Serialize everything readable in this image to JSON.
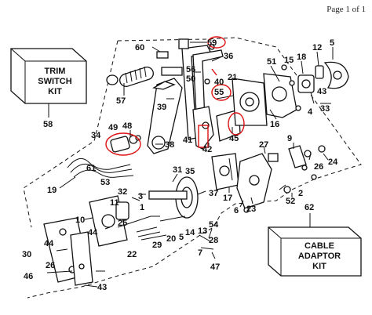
{
  "page_label": "Page 1 of 1",
  "kits": {
    "trim_switch": {
      "lines": [
        "TRIM",
        "SWITCH",
        "KIT"
      ],
      "number": "58"
    },
    "cable_adaptor": {
      "lines": [
        "CABLE",
        "ADAPTOR",
        "KIT"
      ],
      "number": "62"
    }
  },
  "callouts": [
    "60",
    "59",
    "36",
    "57",
    "50",
    "56",
    "40",
    "55",
    "39",
    "51",
    "15",
    "18",
    "12",
    "5",
    "21",
    "48",
    "49",
    "34",
    "38",
    "43",
    "33",
    "41",
    "42",
    "45",
    "16",
    "4",
    "26",
    "24",
    "61",
    "19",
    "31",
    "17",
    "27",
    "9",
    "53",
    "37",
    "35",
    "3",
    "1",
    "32",
    "11",
    "10",
    "25",
    "44",
    "23",
    "2",
    "52",
    "6",
    "22",
    "29",
    "20",
    "5b",
    "14",
    "13",
    "30",
    "46",
    "54",
    "28",
    "7",
    "47",
    "26b",
    "44b",
    "43b"
  ],
  "marker_color": "#dd1111"
}
